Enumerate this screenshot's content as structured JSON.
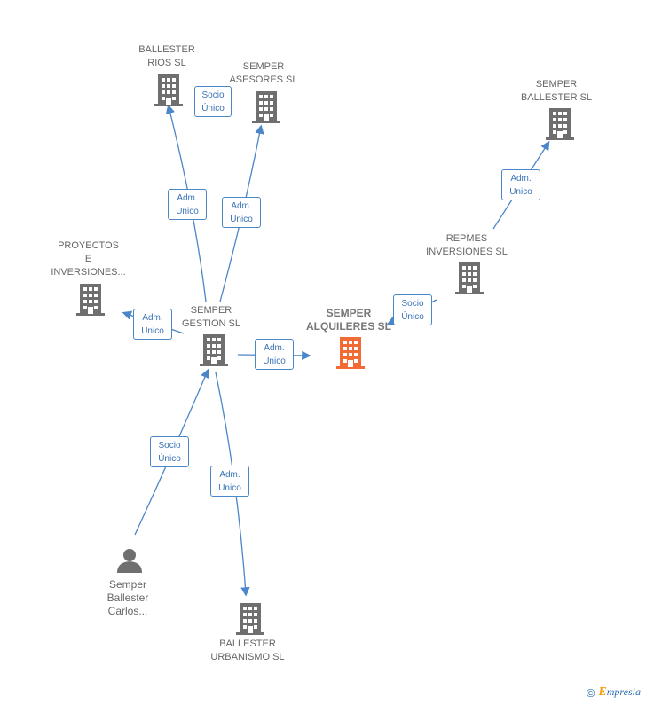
{
  "nodes": {
    "semper_alquileres": "SEMPER\nALQUILERES SL",
    "semper_gestion": "SEMPER\nGESTION SL",
    "ballester_rios": "BALLESTER\nRIOS SL",
    "semper_asesores": "SEMPER\nASESORES SL",
    "proyectos": "PROYECTOS\nE\nINVERSIONES...",
    "repmes": "REPMES\nINVERSIONES SL",
    "semper_ballester": "SEMPER\nBALLESTER SL",
    "ballester_urbanismo": "BALLESTER\nURBANISMO SL",
    "person": "Semper\nBallester\nCarlos..."
  },
  "edges": {
    "adm_unico": "Adm.\nUnico",
    "socio_unico": "Socio\nÚnico"
  },
  "colors": {
    "highlight": "#f26b35",
    "building": "#6f6f6f",
    "edge": "#4a86c8"
  },
  "brand": {
    "copyright": "©",
    "e": "E",
    "name": "mpresia"
  }
}
